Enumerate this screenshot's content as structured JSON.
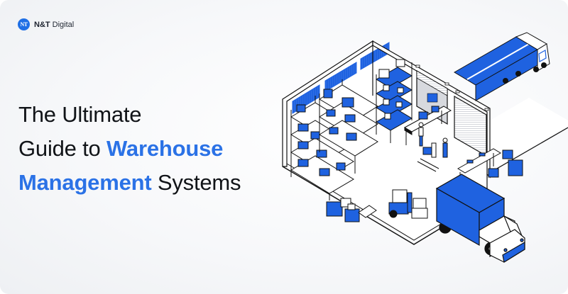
{
  "brand": {
    "logo_text": "NT",
    "name_bold": "N&T",
    "name_regular": "Digital"
  },
  "headline": {
    "line1": "The Ultimate",
    "line2_plain": "Guide to",
    "line2_accent": "Warehouse",
    "line3_accent": "Management",
    "line3_plain": "Systems"
  },
  "colors": {
    "accent": "#2b72e6",
    "logo_bg": "#1f6fe5",
    "text": "#111418",
    "illustration_blue": "#1f62e0"
  },
  "illustration": {
    "subject": "isometric-warehouse",
    "elements": [
      "shelving-units",
      "boxes",
      "conveyor-belts",
      "workers",
      "pallet-jack",
      "forklift",
      "loading-docks",
      "semi-truck",
      "box-truck"
    ]
  }
}
